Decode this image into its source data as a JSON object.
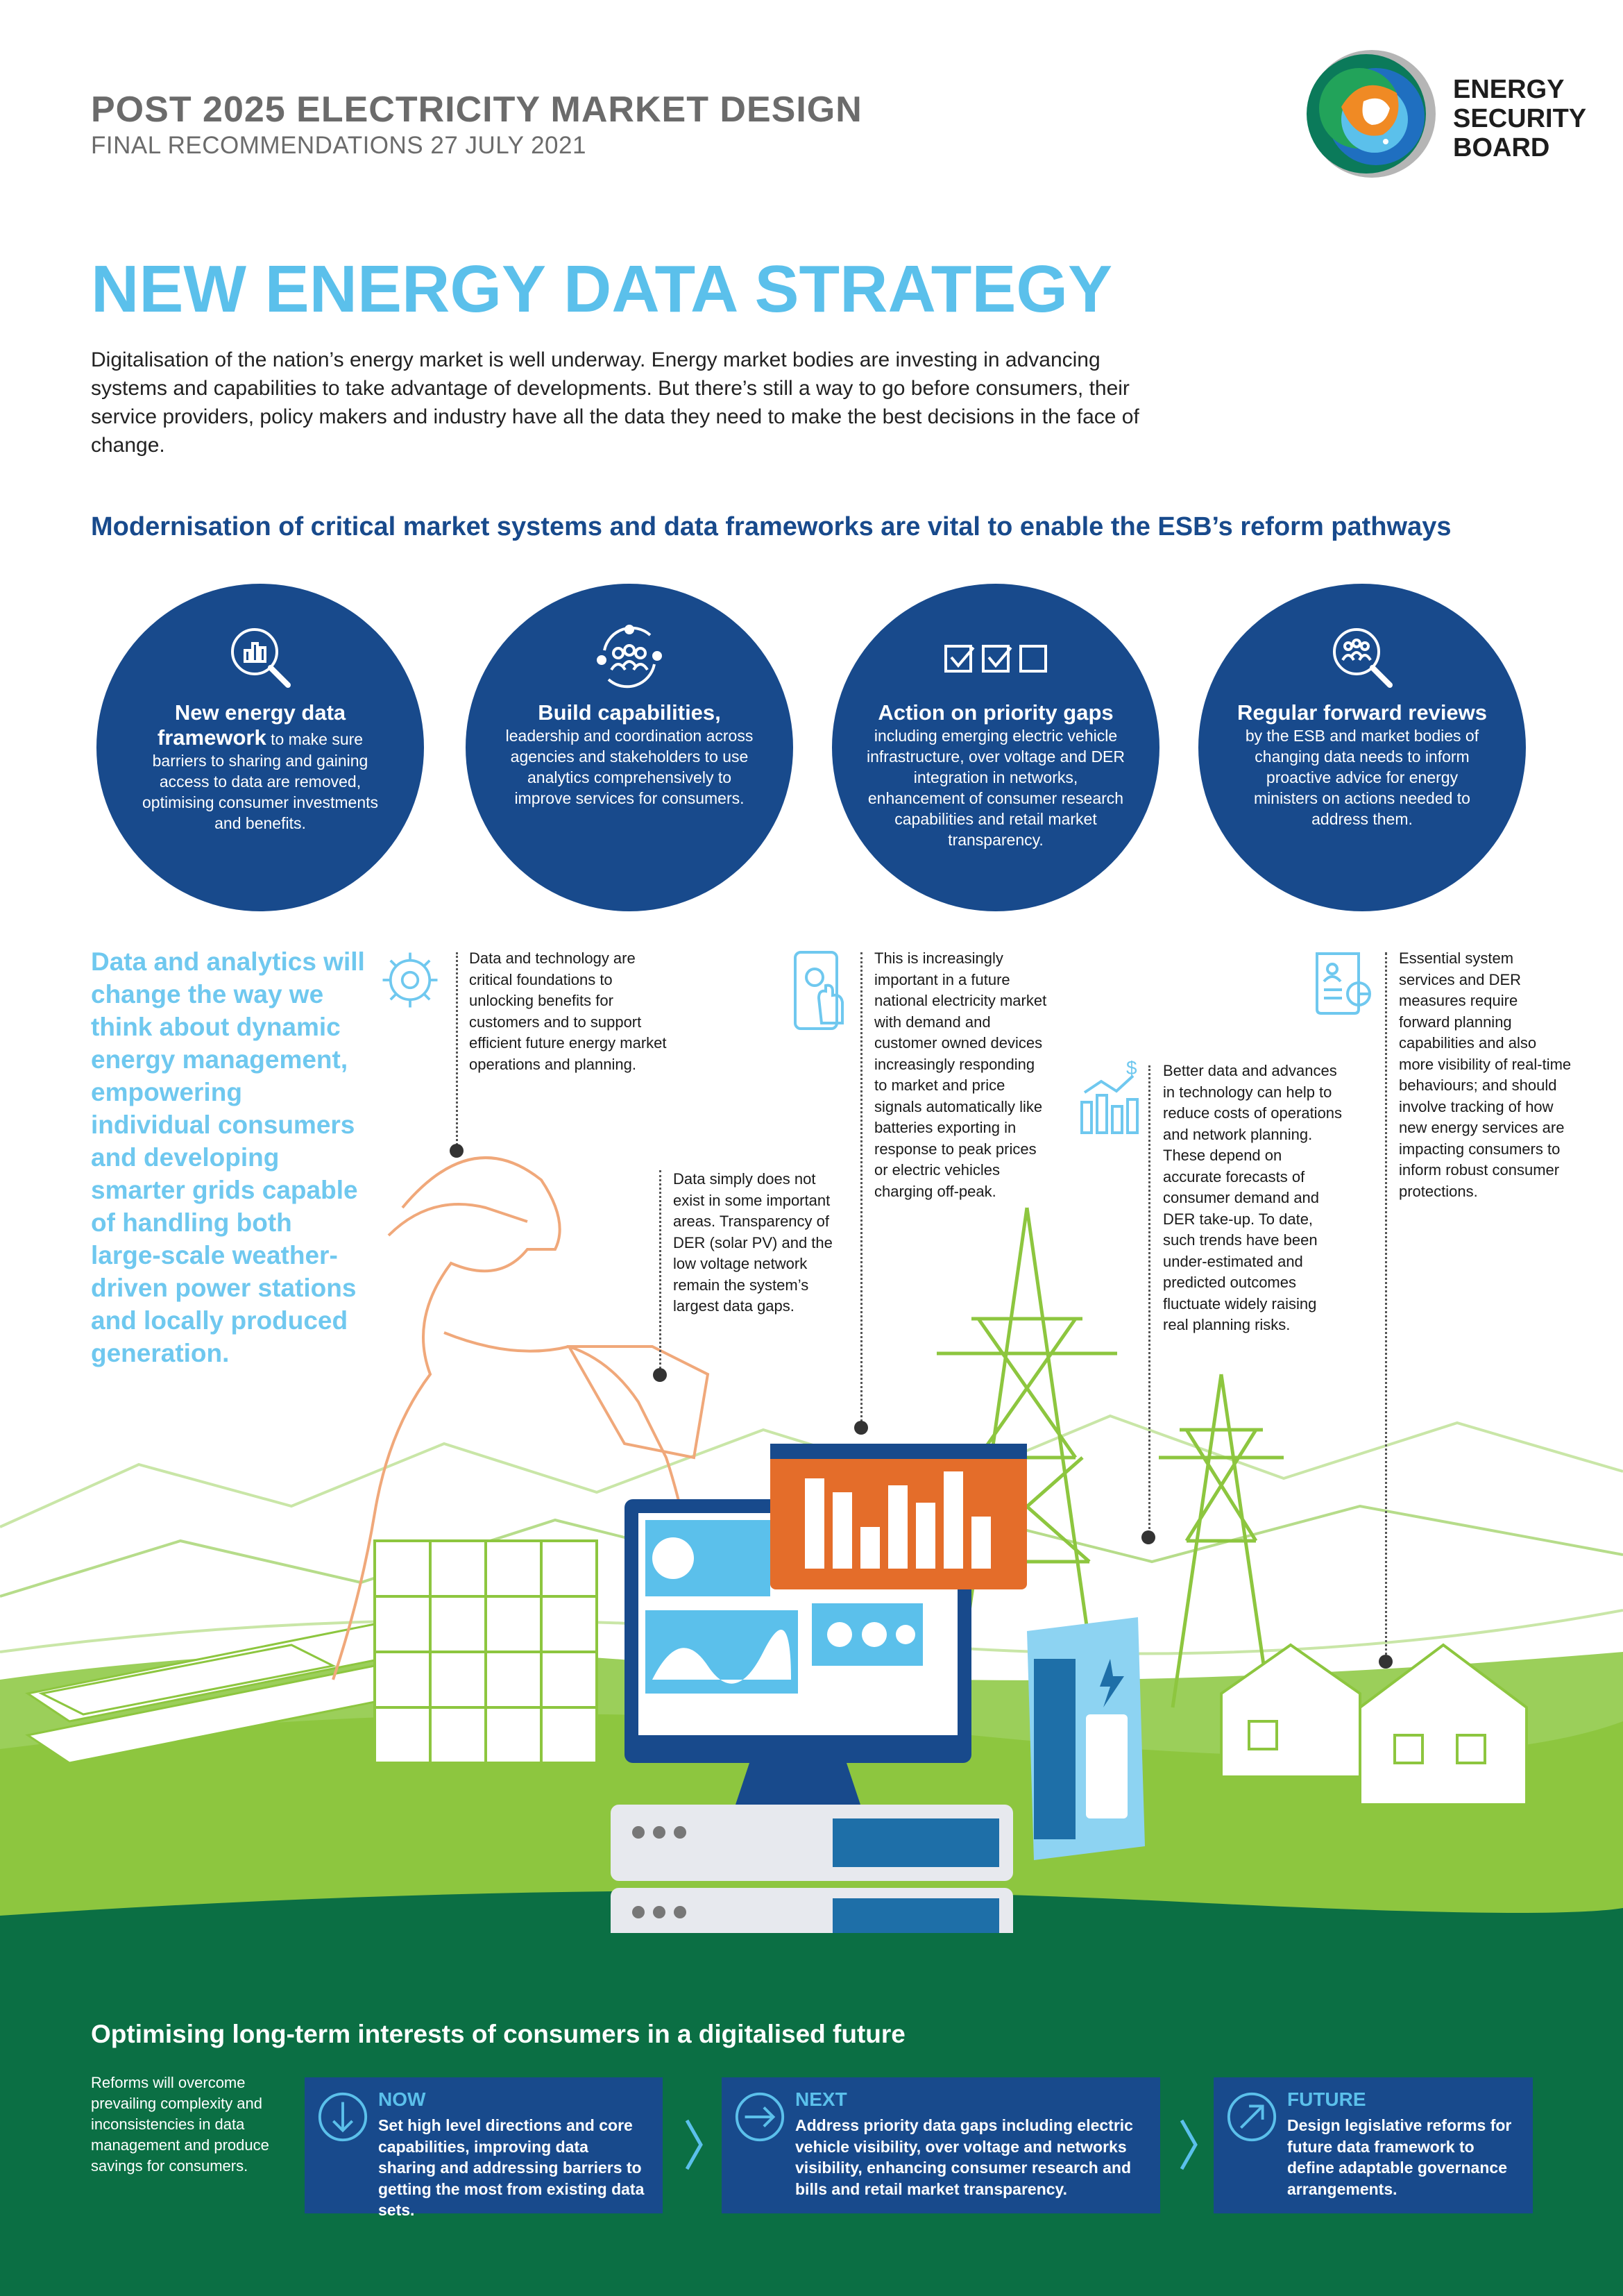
{
  "header": {
    "title": "POST 2025 ELECTRICITY MARKET DESIGN",
    "subtitle": "FINAL RECOMMENDATIONS 27 JULY 2021",
    "org_lines": [
      "ENERGY",
      "SECURITY",
      "BOARD"
    ]
  },
  "main_title": "NEW ENERGY DATA STRATEGY",
  "intro": "Digitalisation of the nation’s energy market is well underway. Energy market bodies are investing in advancing systems and capabilities to take advantage of developments. But there’s still a way to go before consumers, their service providers, policy makers and industry have all the data they need to make the best decisions in the face of change.",
  "section_heading": "Modernisation of critical market systems and data frameworks are vital to enable the ESB’s reform pathways",
  "pillars": [
    {
      "icon": "chart-magnifier-icon",
      "title": "New energy data framework",
      "body": " to make sure barriers to sharing and gaining access to data are removed, optimising consumer investments and benefits."
    },
    {
      "icon": "people-network-icon",
      "title": "Build capabilities,",
      "body": "leadership and coordination across agencies and stakeholders to use analytics comprehensively to improve services for consumers."
    },
    {
      "icon": "checkboxes-icon",
      "title": "Action on priority gaps",
      "body": "including emerging electric vehicle infrastructure, over voltage and DER integration in networks, enhancement of consumer research capabilities and retail market transparency."
    },
    {
      "icon": "people-magnifier-icon",
      "title": "Regular forward reviews",
      "body": "by the ESB and market bodies of changing data needs to inform proactive advice for energy ministers on actions needed to address them."
    }
  ],
  "lead_text": "Data and analytics will change the way we think about dynamic energy management, empowering individual consumers and developing smarter grids capable of handling both large-scale weather-driven power stations and locally produced generation.",
  "notes": [
    {
      "icon": "gear-network-icon",
      "text": "Data and technology are critical foundations to unlocking benefits for customers and to support efficient future energy market operations and planning."
    },
    {
      "icon": "",
      "text": "Data simply does not exist in some important areas. Transparency of DER (solar PV) and the low voltage network remain the system’s largest data gaps."
    },
    {
      "icon": "phone-touch-icon",
      "text": "This is increasingly important in a future national electricity market with demand and customer owned devices increasingly responding to market and price signals automatically like batteries exporting in response to peak prices or electric vehicles charging off-peak."
    },
    {
      "icon": "cost-chart-icon",
      "text": "Better data and advances in technology can help to reduce costs of operations and network planning. These depend on accurate forecasts of consumer demand and DER take-up. To date, such trends have been under-estimated and predicted outcomes fluctuate widely raising real planning risks."
    },
    {
      "icon": "document-chart-icon",
      "text": "Essential system services and DER measures require forward planning capabilities and also more visibility of real-time behaviours; and should involve tracking of how new energy services are impacting consumers to inform robust consumer protections."
    }
  ],
  "bottom": {
    "heading": "Optimising long-term interests of consumers in a digitalised future",
    "text": "Reforms will overcome prevailing complexity and inconsistencies in data management and produce savings for consumers.",
    "stages": [
      {
        "icon": "arrow-down-circle-icon",
        "label": "NOW",
        "text": "Set high level directions and core capabilities, improving data sharing and addressing barriers to getting the most from existing data sets."
      },
      {
        "icon": "arrow-right-circle-icon",
        "label": "NEXT",
        "text": "Address priority data gaps including electric vehicle visibility, over voltage and networks visibility, enhancing consumer research and bills and retail market transparency."
      },
      {
        "icon": "arrow-up-right-circle-icon",
        "label": "FUTURE",
        "text": "Design legislative reforms for future data framework to define adaptable governance arrangements."
      }
    ]
  },
  "colors": {
    "navy": "#184a8c",
    "light_blue": "#5bc0eb",
    "green": "#8dc63f",
    "dark_green": "#0b6f44",
    "orange": "#e46d2a"
  }
}
